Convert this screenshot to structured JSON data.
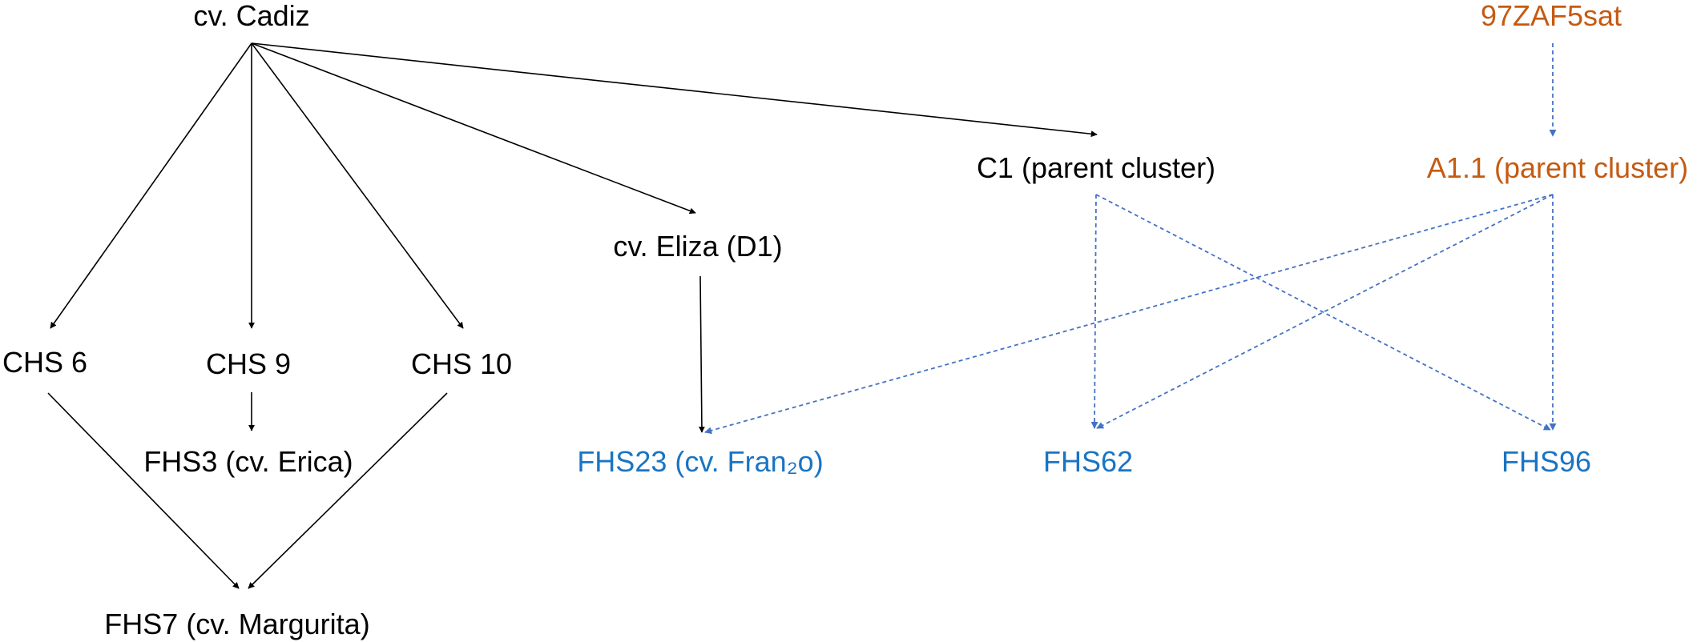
{
  "colors": {
    "black": "#000000",
    "blue": "#1a74c3",
    "orange": "#c55a11",
    "dashed_line": "#4472c4"
  },
  "nodes": {
    "cadiz": "cv. Cadiz",
    "chs6": "CHS 6",
    "chs9": "CHS 9",
    "chs10": "CHS 10",
    "fhs3": "FHS3 (cv. Erica)",
    "fhs7": "FHS7 (cv. Margurita)",
    "eliza": "cv. Eliza (D1)",
    "fhs23": "FHS23 (cv. Fran₂o)",
    "c1": "C1 (parent cluster)",
    "fhs62": "FHS62",
    "fhs96": "FHS96",
    "zaf": "97ZAF5sat",
    "a11": "A1.1 (parent cluster)"
  },
  "edges": [
    {
      "from": "cadiz",
      "to": "chs6",
      "style": "solid"
    },
    {
      "from": "cadiz",
      "to": "chs9",
      "style": "solid"
    },
    {
      "from": "cadiz",
      "to": "chs10",
      "style": "solid"
    },
    {
      "from": "cadiz",
      "to": "eliza",
      "style": "solid"
    },
    {
      "from": "cadiz",
      "to": "c1",
      "style": "solid"
    },
    {
      "from": "chs9",
      "to": "fhs3",
      "style": "solid"
    },
    {
      "from": "chs6",
      "to": "fhs7",
      "style": "solid"
    },
    {
      "from": "chs10",
      "to": "fhs7",
      "style": "solid"
    },
    {
      "from": "eliza",
      "to": "fhs23",
      "style": "solid"
    },
    {
      "from": "zaf",
      "to": "a11",
      "style": "dashed"
    },
    {
      "from": "c1",
      "to": "fhs62",
      "style": "dashed"
    },
    {
      "from": "c1",
      "to": "fhs96",
      "style": "dashed"
    },
    {
      "from": "a11",
      "to": "fhs23",
      "style": "dashed"
    },
    {
      "from": "a11",
      "to": "fhs62",
      "style": "dashed"
    },
    {
      "from": "a11",
      "to": "fhs96",
      "style": "dashed"
    }
  ]
}
